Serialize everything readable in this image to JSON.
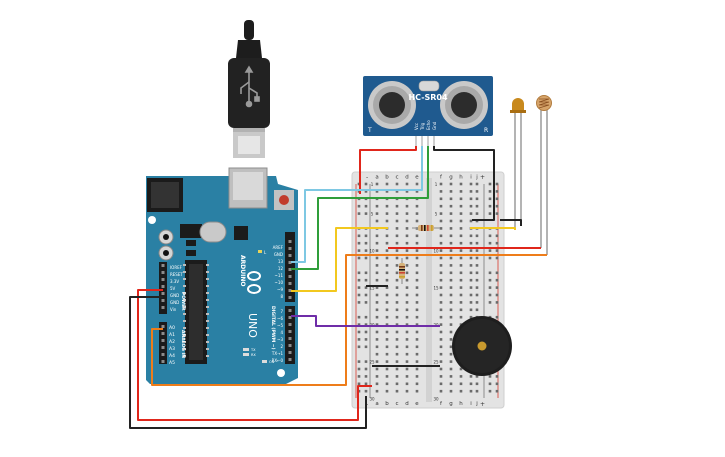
{
  "sensor": {
    "model": "HC-SR04",
    "pins": [
      "Vcc",
      "Trig",
      "Echo",
      "Gnd"
    ],
    "left_mark": "T",
    "right_mark": "R"
  },
  "arduino": {
    "brand": "ARDUINO",
    "model": "UNO",
    "power_header": [
      "IOREF",
      "RESET",
      "3.3V",
      "5V",
      "GND",
      "GND",
      "Vin"
    ],
    "analog_header": [
      "A0",
      "A1",
      "A2",
      "A3",
      "A4",
      "A5"
    ],
    "power_label": "POWER",
    "analog_label": "ANALOG IN",
    "digital_label": "DIGITAL (PWM ~)",
    "top_pins": [
      "AREF",
      "GND",
      "13",
      "12",
      "~11",
      "~10",
      "~9",
      "8"
    ],
    "bottom_pins": [
      "7",
      "~6",
      "~5",
      "4",
      "~3",
      "2",
      "TX→1",
      "RX←0"
    ],
    "on_label": "ON",
    "tx_rx": [
      "TX",
      "RX"
    ],
    "l_label": "L"
  },
  "breadboard": {
    "columns": [
      "a",
      "b",
      "c",
      "d",
      "e",
      "f",
      "g",
      "h",
      "i",
      "j"
    ],
    "rail_marks": [
      "-",
      "+"
    ],
    "row_numbers": [
      "1",
      "5",
      "10",
      "15",
      "20",
      "25",
      "30"
    ]
  },
  "wire_colors": {
    "red": "#e0261b",
    "black": "#222222",
    "cyan": "#7ec8e3",
    "green": "#2f9e3a",
    "yellow": "#f2c81f",
    "orange": "#ee7d1a",
    "purple": "#6f2da8",
    "brown": "#8a5a2b"
  }
}
